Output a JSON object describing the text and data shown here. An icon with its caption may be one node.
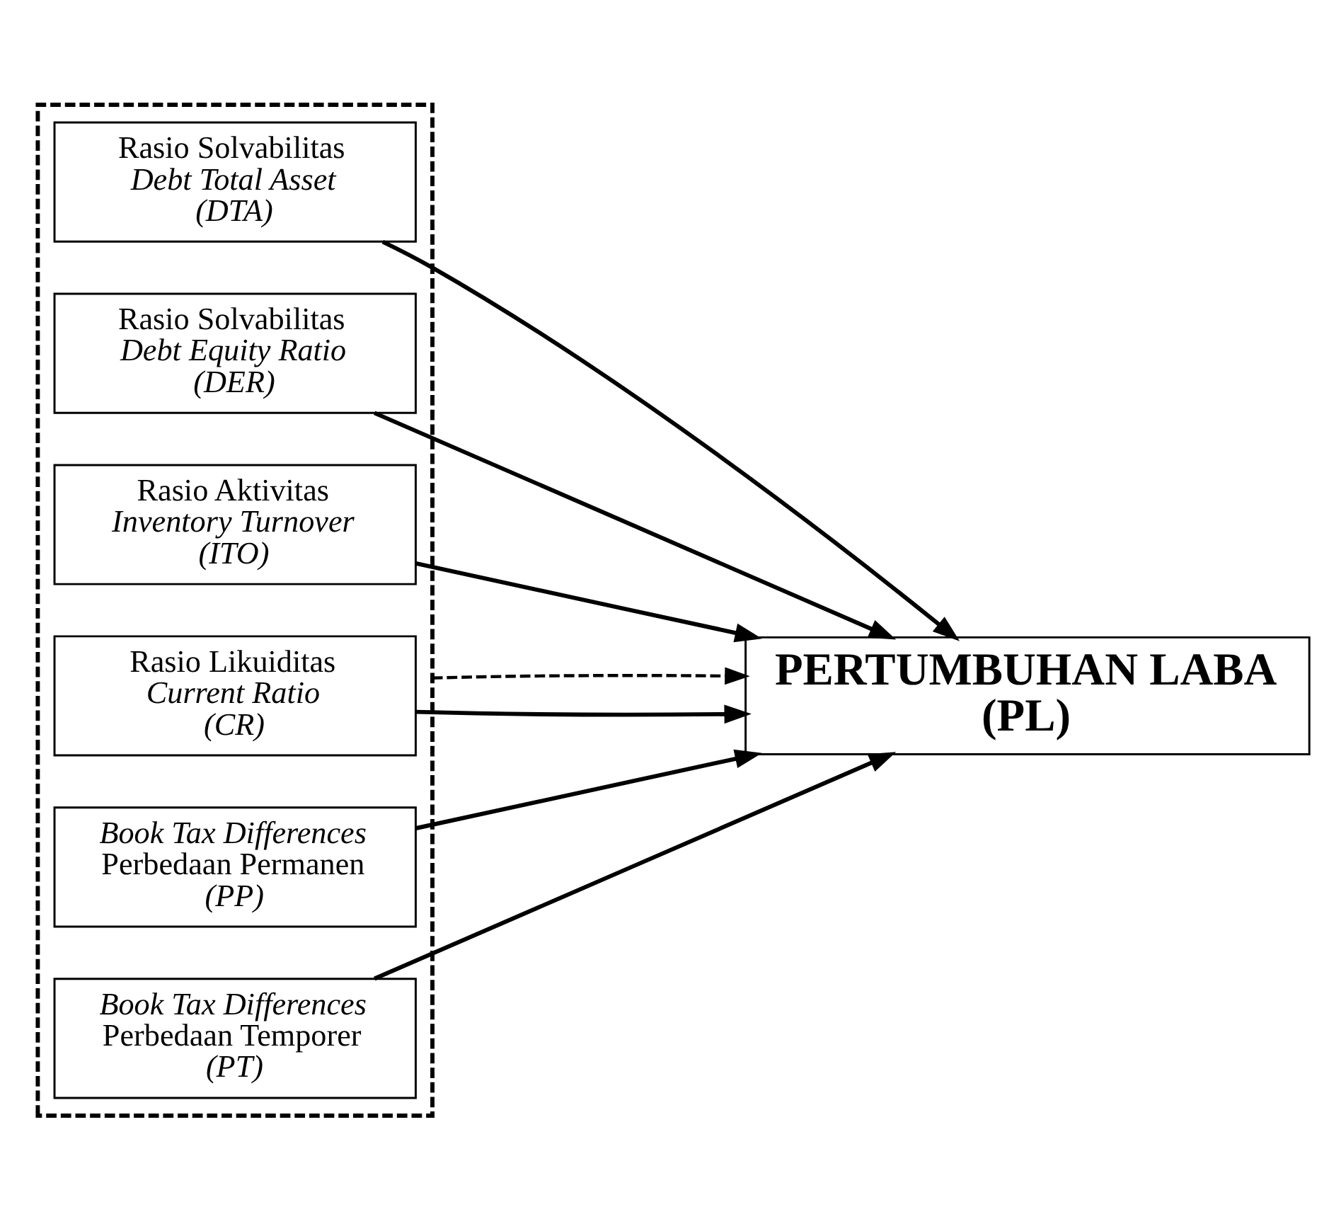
{
  "diagram": {
    "nodes": [
      {
        "text": [],
        "shape": "box"
      },
      {
        "text": [
          "Rasio Solvabilitas",
          "Debt Total Asset",
          "(DTA)"
        ],
        "in": 0
      },
      {
        "text": [
          "Rasio Solvabilitas",
          "Debt Equity Ratio",
          "(DER)"
        ],
        "in": 0
      },
      {
        "text": [
          "Rasio Aktivitas",
          "Inventory Turnover",
          "(ITO)"
        ],
        "in": 0
      },
      {
        "text": [
          "Rasio Likuiditas",
          "Current Ratio",
          "(CR)"
        ],
        "in": 0
      },
      {
        "text": [
          "Book Tax Differences",
          "Perbedaan Permanen",
          "(PP)"
        ],
        "in": 0
      },
      {
        "text": [
          "Book Tax Differences",
          "Perbedaan Temporer",
          "(PT)"
        ],
        "in": 0
      },
      {
        "text": [
          "PERTUMBUHAN LABA",
          "(PL)"
        ]
      }
    ],
    "edges": [
      {
        "from": 1,
        "to": 7,
        "arrow": "to"
      },
      {
        "from": 2,
        "to": 7,
        "arrow": "to"
      },
      {
        "from": 3,
        "to": 7,
        "arrow": "to"
      },
      {
        "from": 4,
        "to": 7,
        "arrow": "to"
      },
      {
        "from": 5,
        "to": 7,
        "arrow": "to"
      },
      {
        "from": 6,
        "to": 7,
        "arrow": "to"
      },
      {
        "from": 0,
        "to": 7,
        "arrow": "to",
        "style": "dashed"
      }
    ]
  }
}
